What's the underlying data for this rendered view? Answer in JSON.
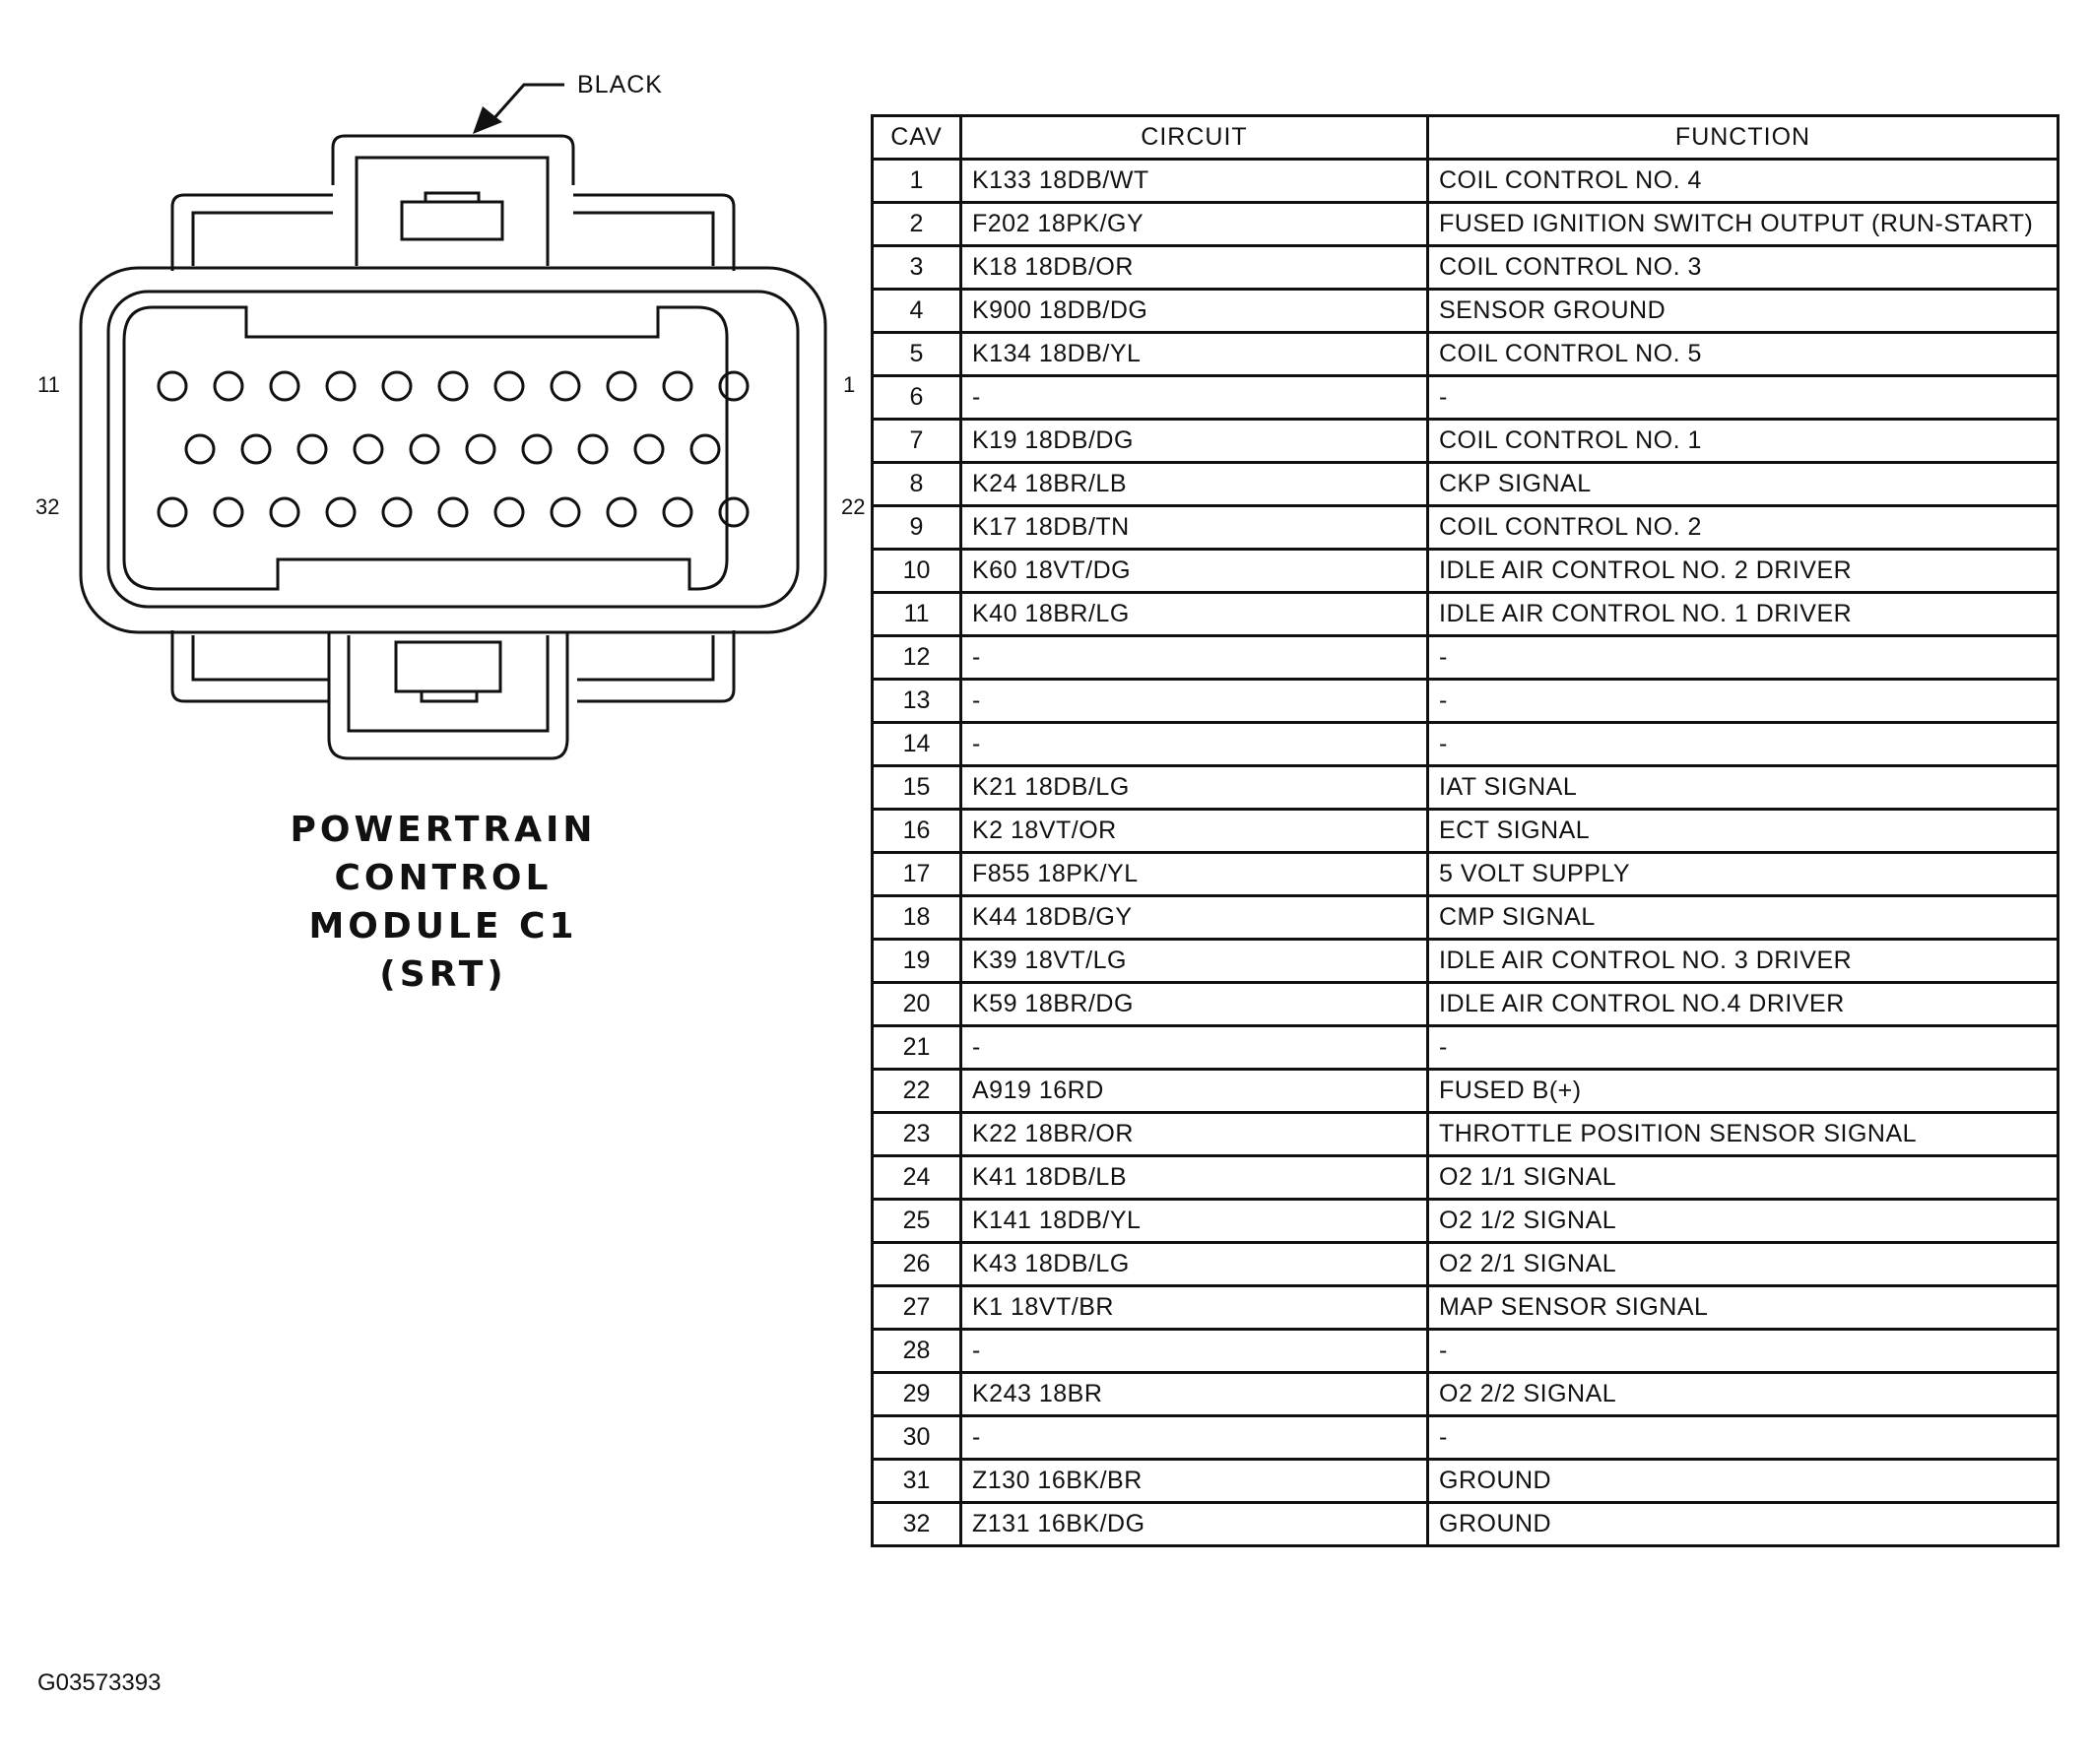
{
  "connector": {
    "color_label": "BLACK",
    "pin_labels": {
      "top_left": "11",
      "top_right": "1",
      "bottom_left": "32",
      "bottom_right": "22"
    },
    "title_lines": [
      "POWERTRAIN",
      "CONTROL",
      "MODULE C1",
      "(SRT)"
    ],
    "rows": [
      {
        "cavities": 11
      },
      {
        "cavities": 10
      },
      {
        "cavities": 11
      }
    ]
  },
  "table": {
    "headers": {
      "cav": "CAV",
      "circuit": "CIRCUIT",
      "function": "FUNCTION"
    },
    "rows": [
      {
        "cav": "1",
        "circuit": "K133 18DB/WT",
        "function": "COIL CONTROL NO. 4"
      },
      {
        "cav": "2",
        "circuit": "F202 18PK/GY",
        "function": "FUSED IGNITION SWITCH OUTPUT (RUN-START)"
      },
      {
        "cav": "3",
        "circuit": "K18 18DB/OR",
        "function": "COIL CONTROL NO. 3"
      },
      {
        "cav": "4",
        "circuit": "K900 18DB/DG",
        "function": "SENSOR GROUND"
      },
      {
        "cav": "5",
        "circuit": "K134 18DB/YL",
        "function": "COIL CONTROL NO. 5"
      },
      {
        "cav": "6",
        "circuit": "-",
        "function": "-"
      },
      {
        "cav": "7",
        "circuit": "K19 18DB/DG",
        "function": "COIL CONTROL NO. 1"
      },
      {
        "cav": "8",
        "circuit": "K24 18BR/LB",
        "function": "CKP SIGNAL"
      },
      {
        "cav": "9",
        "circuit": "K17 18DB/TN",
        "function": "COIL CONTROL NO. 2"
      },
      {
        "cav": "10",
        "circuit": "K60 18VT/DG",
        "function": "IDLE AIR CONTROL NO. 2 DRIVER"
      },
      {
        "cav": "11",
        "circuit": "K40 18BR/LG",
        "function": "IDLE AIR CONTROL NO. 1 DRIVER"
      },
      {
        "cav": "12",
        "circuit": "-",
        "function": "-"
      },
      {
        "cav": "13",
        "circuit": "-",
        "function": "-"
      },
      {
        "cav": "14",
        "circuit": "-",
        "function": "-"
      },
      {
        "cav": "15",
        "circuit": "K21 18DB/LG",
        "function": "IAT SIGNAL"
      },
      {
        "cav": "16",
        "circuit": "K2 18VT/OR",
        "function": "ECT SIGNAL"
      },
      {
        "cav": "17",
        "circuit": "F855 18PK/YL",
        "function": "5 VOLT SUPPLY"
      },
      {
        "cav": "18",
        "circuit": "K44 18DB/GY",
        "function": "CMP SIGNAL"
      },
      {
        "cav": "19",
        "circuit": "K39 18VT/LG",
        "function": "IDLE AIR CONTROL NO. 3 DRIVER"
      },
      {
        "cav": "20",
        "circuit": "K59 18BR/DG",
        "function": "IDLE AIR CONTROL NO.4 DRIVER"
      },
      {
        "cav": "21",
        "circuit": "-",
        "function": "-"
      },
      {
        "cav": "22",
        "circuit": "A919 16RD",
        "function": "FUSED B(+)"
      },
      {
        "cav": "23",
        "circuit": "K22 18BR/OR",
        "function": "THROTTLE POSITION SENSOR SIGNAL"
      },
      {
        "cav": "24",
        "circuit": "K41 18DB/LB",
        "function": "O2 1/1 SIGNAL"
      },
      {
        "cav": "25",
        "circuit": "K141 18DB/YL",
        "function": "O2 1/2 SIGNAL"
      },
      {
        "cav": "26",
        "circuit": "K43 18DB/LG",
        "function": "O2 2/1 SIGNAL"
      },
      {
        "cav": "27",
        "circuit": "K1 18VT/BR",
        "function": "MAP SENSOR SIGNAL"
      },
      {
        "cav": "28",
        "circuit": "-",
        "function": "-"
      },
      {
        "cav": "29",
        "circuit": "K243 18BR",
        "function": "O2 2/2 SIGNAL"
      },
      {
        "cav": "30",
        "circuit": "-",
        "function": "-"
      },
      {
        "cav": "31",
        "circuit": "Z130 16BK/BR",
        "function": "GROUND"
      },
      {
        "cav": "32",
        "circuit": "Z131 16BK/DG",
        "function": "GROUND"
      }
    ]
  },
  "image_id": "G03573393",
  "colors": {
    "ink": "#111111",
    "background": "#ffffff"
  }
}
